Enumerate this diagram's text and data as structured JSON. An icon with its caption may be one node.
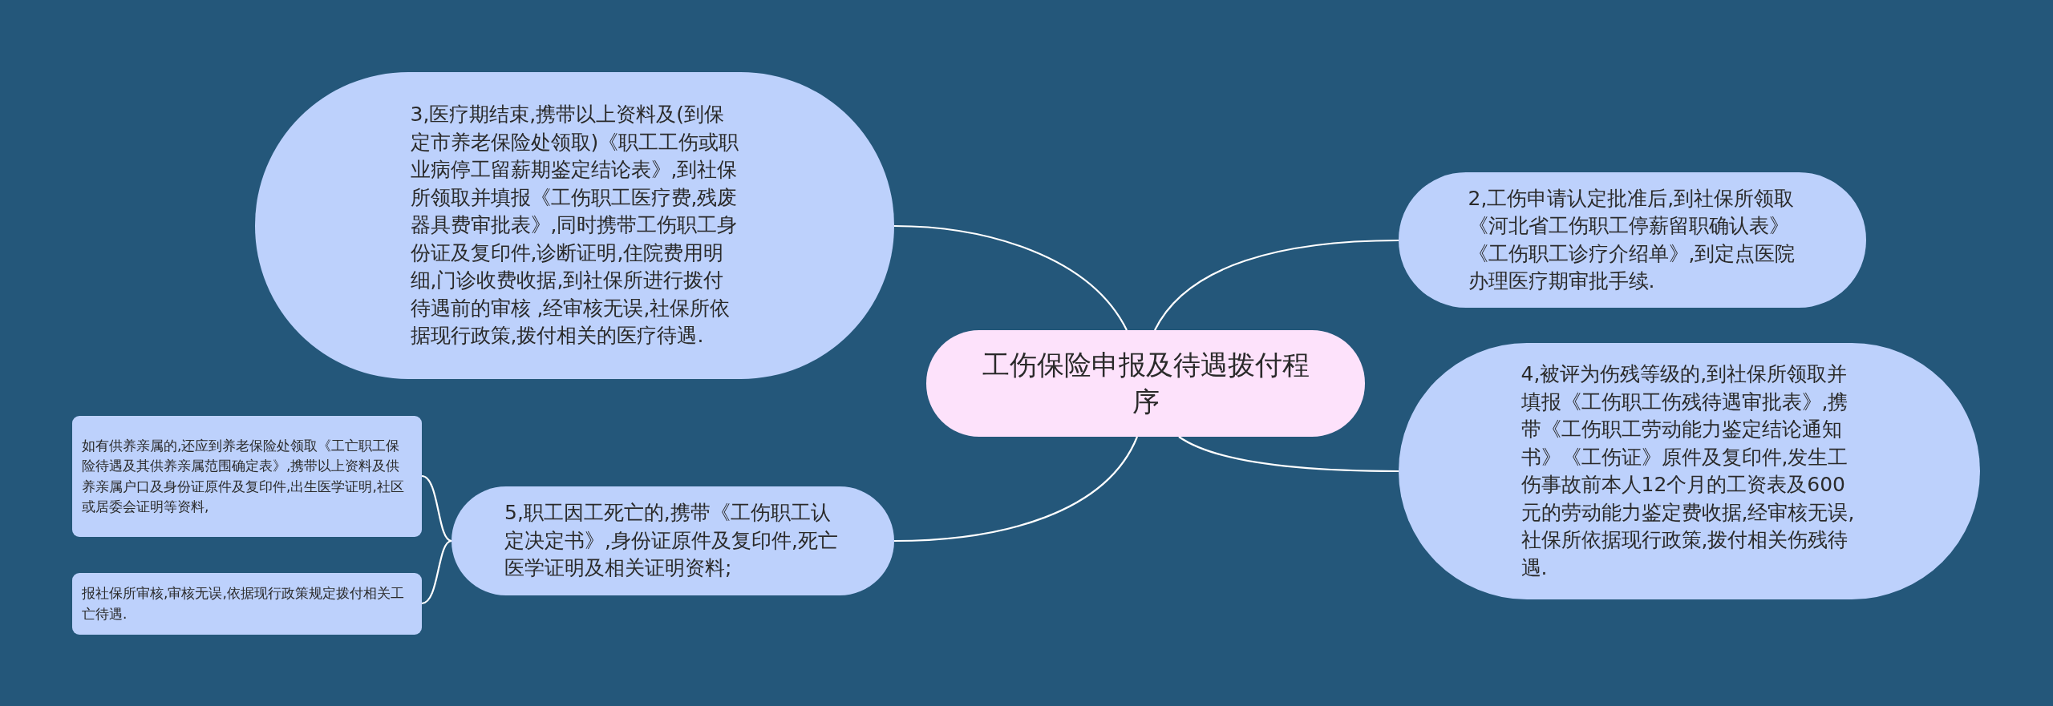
{
  "diagram": {
    "nodes": [
      {
        "text": [
          "工伤保险申报及待遇拨付程序"
        ]
      },
      {
        "text": [
          "3,医疗期结束,携带以上资料及(到保定市养老保险处领取)《职工工伤或职业病停工留薪期鉴定结论表》,到社保所领取并填报《工伤职工医疗费,残废器具费审批表》,同时携带工伤职工身份证及复印件,诊断证明,住院费用明细,门诊收费收据,到社保所进行拨付待遇前的审核 ,经审核无误,社保所依据现行政策,拨付相关的医疗待遇."
        ]
      },
      {
        "text": [
          "2,工伤申请认定批准后,到社保所领取《河北省工伤职工停薪留职确认表》《工伤职工诊疗介绍单》,到定点医院办理医疗期审批手续."
        ]
      },
      {
        "text": [
          "4,被评为伤残等级的,到社保所领取并填报《工伤职工伤残待遇审批表》,携带《工伤职工劳动能力鉴定结论通知书》《工伤证》原件及复印件,发生工伤事故前本人12个月的工资表及600元的劳动能力鉴定费收据,经审核无误,社保所依据现行政策,拨付相关伤残待遇."
        ]
      },
      {
        "text": [
          "5,职工因工死亡的,携带《工伤职工认定决定书》,身份证原件及复印件,死亡医学证明及相关证明资料;"
        ]
      },
      {
        "text": [
          "如有供养亲属的,还应到养老保险处领取《工亡职工保险待遇及其供养亲属范围确定表》,携带以上资料及供养亲属户口及身份证原件及复印件,出生医学证明,社区或居委会证明等资料,"
        ]
      },
      {
        "text": [
          "报社保所审核,审核无误,依据现行政策规定拨付相关工亡待遇."
        ]
      }
    ],
    "edges": [
      {
        "from": 0,
        "to": 1,
        "arrow": "none"
      },
      {
        "from": 0,
        "to": 2,
        "arrow": "none"
      },
      {
        "from": 0,
        "to": 3,
        "arrow": "none"
      },
      {
        "from": 0,
        "to": 4,
        "arrow": "none"
      },
      {
        "from": 4,
        "to": 5,
        "arrow": "none"
      },
      {
        "from": 4,
        "to": 6,
        "arrow": "none"
      }
    ]
  }
}
